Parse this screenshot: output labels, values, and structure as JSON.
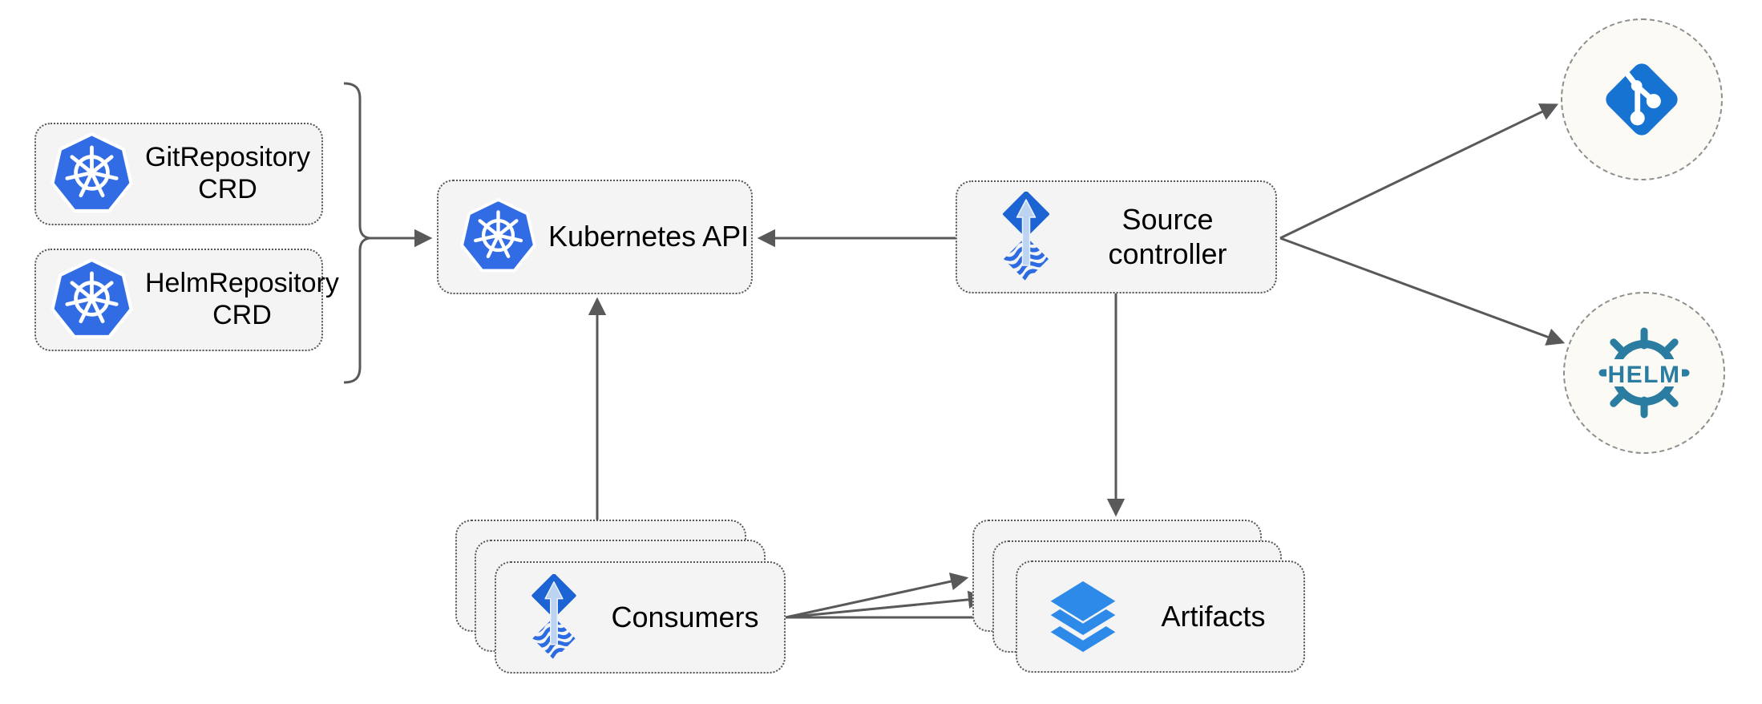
{
  "diagram": {
    "nodes": {
      "git_repository_crd": {
        "line1": "GitRepository",
        "line2": "CRD",
        "icon": "kubernetes-icon"
      },
      "helm_repository_crd": {
        "line1": "HelmRepository",
        "line2": "CRD",
        "icon": "kubernetes-icon"
      },
      "kubernetes_api": {
        "label": "Kubernetes API",
        "icon": "kubernetes-icon"
      },
      "source_controller": {
        "line1": "Source",
        "line2": "controller",
        "icon": "flux-source-controller-icon"
      },
      "consumers": {
        "label": "Consumers",
        "icon": "flux-source-controller-icon",
        "stack_count": 3
      },
      "artifacts": {
        "label": "Artifacts",
        "icon": "layers-icon",
        "stack_count": 3
      },
      "git_source": {
        "icon": "git-icon"
      },
      "helm_source": {
        "icon": "helm-icon",
        "logo_text": "HELM"
      }
    },
    "edges": [
      {
        "from": "crd-definitions-group",
        "to": "kubernetes-api",
        "connector": "brace-arrow"
      },
      {
        "from": "source-controller",
        "to": "kubernetes-api",
        "connector": "arrow"
      },
      {
        "from": "consumers",
        "to": "kubernetes-api",
        "connector": "arrow"
      },
      {
        "from": "source-controller",
        "to": "artifacts",
        "connector": "arrow"
      },
      {
        "from": "source-controller",
        "to": "git-source",
        "connector": "arrow"
      },
      {
        "from": "source-controller",
        "to": "helm-source",
        "connector": "arrow"
      },
      {
        "from": "consumers",
        "to": "artifacts",
        "connector": "arrow",
        "count": 3
      }
    ],
    "colors": {
      "kubernetes_blue": "#326CE5",
      "flux_diamond_blue": "#1C63D3",
      "flux_wave_blue": "#2D6BE2",
      "flux_arrow_light_blue": "#BCD3F2",
      "git_blue": "#1673D2",
      "layers_blue": "#2E8AE8",
      "helm_teal": "#2A7CA1",
      "edge_gray": "#595959",
      "node_fill": "#F4F4F4",
      "node_border": "#545454",
      "circle_fill": "#FBFAF5",
      "circle_border": "#8E8E8E",
      "label_color": "#000000"
    }
  }
}
